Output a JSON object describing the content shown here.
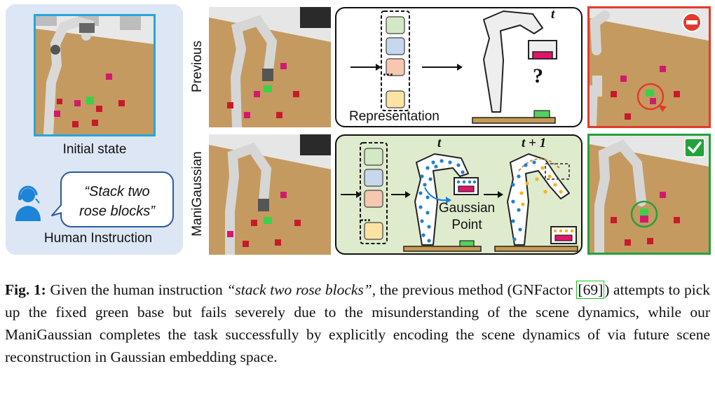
{
  "left_panel": {
    "initial_state_label": "Initial state",
    "instruction_text_line1": "“Stack two",
    "instruction_text_line2": "rose blocks”",
    "human_instruction_label": "Human Instruction"
  },
  "rows": {
    "previous_label": "Previous",
    "manigaussian_label": "ManiGaussian"
  },
  "diagram_previous": {
    "representation_label": "Representation",
    "time_label": "t",
    "question_mark": "?",
    "ellipsis": "..."
  },
  "diagram_mani": {
    "time_label_t": "t",
    "time_label_t1": "t + 1",
    "gaussian_label_line1": "Gaussian",
    "gaussian_label_line2": "Point",
    "ellipsis": "..."
  },
  "results": {
    "fail_icon": "minus-circle-icon",
    "success_icon": "checkmark-icon",
    "fail_color": "#e23b2b",
    "success_color": "#23a23a"
  },
  "caption": {
    "label": "Fig. 1:",
    "text_before_italic": " Given the human instruction ",
    "italic_text": "“stack two rose blocks”",
    "text_after_italic": ", the previous method (GNFactor ",
    "citation": "[69]",
    "text_end": ") attempts to pick up the fixed green base but fails severely due to the misunderstanding of the scene dynamics, while our ManiGaussian completes the task successfully by explicitly encoding the scene dynamics of via future scene reconstruction in Gaussian embedding space."
  },
  "colors": {
    "panel_blue": "#dce6f4",
    "frame_cyan": "#27a6d8",
    "mani_green_bg": "#dfebcd"
  }
}
